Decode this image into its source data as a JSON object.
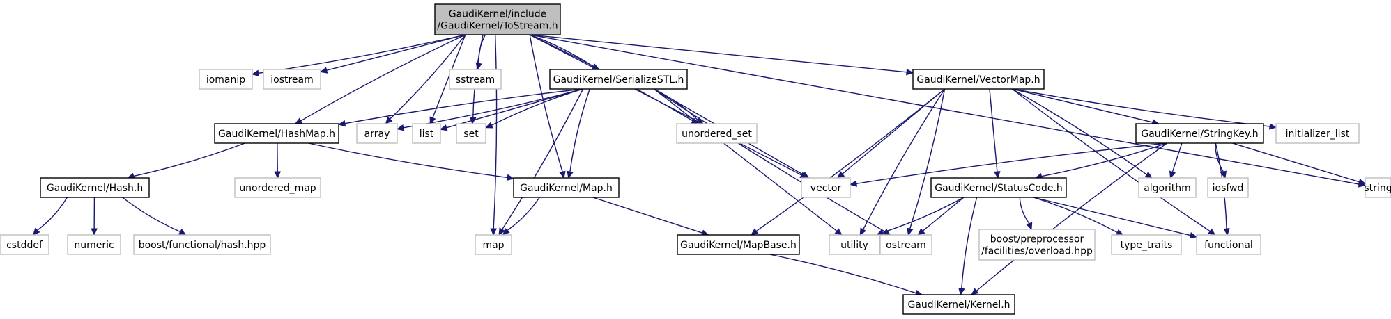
{
  "colors": {
    "edge": "#191970",
    "root_fill": "#bfbfbf",
    "internal_border": "#000000",
    "external_border": "#bfbfbf"
  },
  "nodes": {
    "tostream": {
      "lines": [
        "GaudiKernel/include",
        "/GaudiKernel/ToStream.h"
      ],
      "kind": "root"
    },
    "iomanip": {
      "lines": [
        "iomanip"
      ],
      "kind": "external"
    },
    "iostream": {
      "lines": [
        "iostream"
      ],
      "kind": "external"
    },
    "sstream": {
      "lines": [
        "sstream"
      ],
      "kind": "external"
    },
    "serializestl": {
      "lines": [
        "GaudiKernel/SerializeSTL.h"
      ],
      "kind": "internal"
    },
    "vectormap": {
      "lines": [
        "GaudiKernel/VectorMap.h"
      ],
      "kind": "internal"
    },
    "hashmap": {
      "lines": [
        "GaudiKernel/HashMap.h"
      ],
      "kind": "internal"
    },
    "array": {
      "lines": [
        "array"
      ],
      "kind": "external"
    },
    "list": {
      "lines": [
        "list"
      ],
      "kind": "external"
    },
    "set": {
      "lines": [
        "set"
      ],
      "kind": "external"
    },
    "unordered_set": {
      "lines": [
        "unordered_set"
      ],
      "kind": "external"
    },
    "stringkey": {
      "lines": [
        "GaudiKernel/StringKey.h"
      ],
      "kind": "internal"
    },
    "initializer_list": {
      "lines": [
        "initializer_list"
      ],
      "kind": "external"
    },
    "hash": {
      "lines": [
        "GaudiKernel/Hash.h"
      ],
      "kind": "internal"
    },
    "unordered_map": {
      "lines": [
        "unordered_map"
      ],
      "kind": "external"
    },
    "mapk": {
      "lines": [
        "GaudiKernel/Map.h"
      ],
      "kind": "internal"
    },
    "vector": {
      "lines": [
        "vector"
      ],
      "kind": "external"
    },
    "statuscode": {
      "lines": [
        "GaudiKernel/StatusCode.h"
      ],
      "kind": "internal"
    },
    "algorithm": {
      "lines": [
        "algorithm"
      ],
      "kind": "external"
    },
    "iosfwd": {
      "lines": [
        "iosfwd"
      ],
      "kind": "external"
    },
    "string": {
      "lines": [
        "string"
      ],
      "kind": "external"
    },
    "cstddef": {
      "lines": [
        "cstddef"
      ],
      "kind": "external"
    },
    "numeric": {
      "lines": [
        "numeric"
      ],
      "kind": "external"
    },
    "boosthash": {
      "lines": [
        "boost/functional/hash.hpp"
      ],
      "kind": "external"
    },
    "map": {
      "lines": [
        "map"
      ],
      "kind": "external"
    },
    "mapbase": {
      "lines": [
        "GaudiKernel/MapBase.h"
      ],
      "kind": "internal"
    },
    "utility": {
      "lines": [
        "utility"
      ],
      "kind": "external"
    },
    "ostream": {
      "lines": [
        "ostream"
      ],
      "kind": "external"
    },
    "boostpp": {
      "lines": [
        "boost/preprocessor",
        "/facilities/overload.hpp"
      ],
      "kind": "external"
    },
    "type_traits": {
      "lines": [
        "type_traits"
      ],
      "kind": "external"
    },
    "functional": {
      "lines": [
        "functional"
      ],
      "kind": "external"
    },
    "kernel": {
      "lines": [
        "GaudiKernel/Kernel.h"
      ],
      "kind": "internal"
    }
  },
  "edges": [
    [
      "tostream",
      "iomanip"
    ],
    [
      "tostream",
      "iostream"
    ],
    [
      "tostream",
      "sstream"
    ],
    [
      "tostream",
      "serializestl"
    ],
    [
      "tostream",
      "vectormap"
    ],
    [
      "tostream",
      "hashmap"
    ],
    [
      "tostream",
      "array"
    ],
    [
      "tostream",
      "list"
    ],
    [
      "tostream",
      "set"
    ],
    [
      "tostream",
      "unordered_set"
    ],
    [
      "tostream",
      "vector"
    ],
    [
      "tostream",
      "mapk"
    ],
    [
      "tostream",
      "map"
    ],
    [
      "tostream",
      "string"
    ],
    [
      "serializestl",
      "hashmap"
    ],
    [
      "serializestl",
      "array"
    ],
    [
      "serializestl",
      "list"
    ],
    [
      "serializestl",
      "set"
    ],
    [
      "serializestl",
      "unordered_set"
    ],
    [
      "serializestl",
      "vector"
    ],
    [
      "serializestl",
      "mapk"
    ],
    [
      "serializestl",
      "map"
    ],
    [
      "serializestl",
      "utility"
    ],
    [
      "serializestl",
      "ostream"
    ],
    [
      "vectormap",
      "mapbase"
    ],
    [
      "vectormap",
      "vector"
    ],
    [
      "vectormap",
      "utility"
    ],
    [
      "vectormap",
      "ostream"
    ],
    [
      "vectormap",
      "statuscode"
    ],
    [
      "vectormap",
      "functional"
    ],
    [
      "vectormap",
      "algorithm"
    ],
    [
      "vectormap",
      "stringkey"
    ],
    [
      "vectormap",
      "initializer_list"
    ],
    [
      "hashmap",
      "hash"
    ],
    [
      "hashmap",
      "unordered_map"
    ],
    [
      "hashmap",
      "mapk"
    ],
    [
      "hash",
      "cstddef"
    ],
    [
      "hash",
      "numeric"
    ],
    [
      "hash",
      "boosthash"
    ],
    [
      "mapk",
      "map"
    ],
    [
      "mapk",
      "mapbase"
    ],
    [
      "stringkey",
      "vector"
    ],
    [
      "stringkey",
      "statuscode"
    ],
    [
      "stringkey",
      "algorithm"
    ],
    [
      "stringkey",
      "iosfwd"
    ],
    [
      "stringkey",
      "functional"
    ],
    [
      "stringkey",
      "string"
    ],
    [
      "stringkey",
      "kernel"
    ],
    [
      "statuscode",
      "utility"
    ],
    [
      "statuscode",
      "ostream"
    ],
    [
      "statuscode",
      "boostpp"
    ],
    [
      "statuscode",
      "type_traits"
    ],
    [
      "statuscode",
      "functional"
    ],
    [
      "statuscode",
      "kernel"
    ],
    [
      "mapbase",
      "kernel"
    ]
  ]
}
